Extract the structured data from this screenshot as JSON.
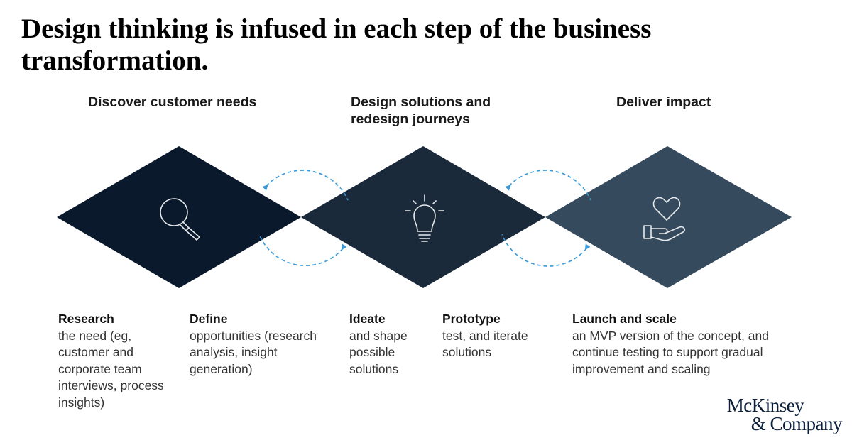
{
  "headline": "Design thinking is infused in each step of the business transformation.",
  "phases": [
    {
      "title": "Discover customer needs",
      "icon": "magnifier-icon",
      "color": "#0a1a2c"
    },
    {
      "title": "Design solutions and redesign journeys",
      "icon": "lightbulb-icon",
      "color": "#1b2a3b"
    },
    {
      "title": "Deliver impact",
      "icon": "heart-hand-icon",
      "color": "#364a5e"
    }
  ],
  "connector_color": "#3a9ad9",
  "steps": [
    {
      "title": "Research",
      "description": "the need (eg, customer and corporate team interviews, process insights)"
    },
    {
      "title": "Define",
      "description": "opportunities (research analysis, insight generation)"
    },
    {
      "title": "Ideate",
      "description": "and shape possible solutions"
    },
    {
      "title": "Prototype",
      "description": "test, and iterate solutions"
    },
    {
      "title": "Launch and scale",
      "description": "an MVP version of the concept, and continue testing to support gradual improvement and scaling"
    }
  ],
  "brand": {
    "line1": "McKinsey",
    "line2": "& Company"
  }
}
